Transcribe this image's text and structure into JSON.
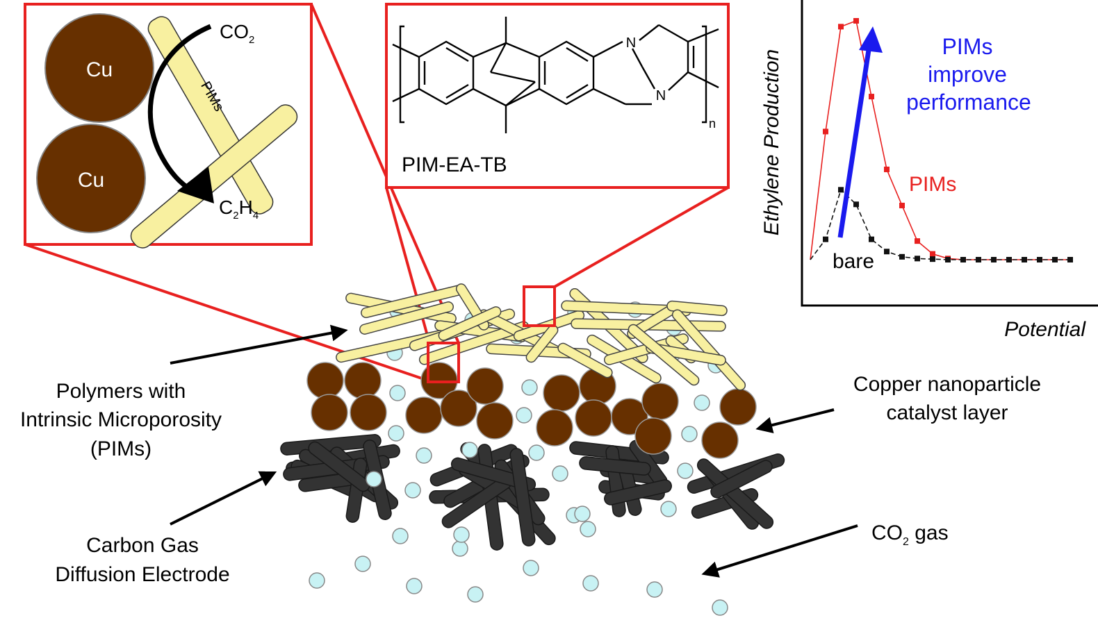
{
  "inset_left": {
    "particle_labels": [
      "Cu",
      "Cu"
    ],
    "polymer_label": "PIMs",
    "reactant": {
      "main": "CO",
      "sub": "2"
    },
    "product": {
      "c": "C",
      "s1": "2",
      "h": "H",
      "s2": "4"
    }
  },
  "structure": {
    "name": "PIM-EA-TB",
    "atom_n1": "N",
    "atom_n2": "N",
    "repeat": "n"
  },
  "chart": {
    "ylabel": "Ethylene Production",
    "xlabel": "Potential",
    "annotation_lines": [
      "PIMs",
      "improve",
      "performance"
    ],
    "label_pims": "PIMs",
    "label_bare": "bare",
    "colors": {
      "pims": "#e8201f",
      "bare": "#111111",
      "arrow": "#1a1aee"
    }
  },
  "chart_data": {
    "type": "line",
    "xlabel": "Potential",
    "ylabel": "Ethylene Production",
    "x": [
      1,
      2,
      3,
      4,
      5,
      6,
      7,
      8,
      9,
      10,
      11,
      12,
      13,
      14,
      15,
      16,
      17,
      18
    ],
    "series": [
      {
        "name": "PIMs",
        "values": [
          0,
          2.2,
          4.0,
          4.1,
          2.8,
          1.55,
          0.93,
          0.32,
          0.1,
          0.02,
          0,
          0,
          0,
          0,
          0,
          0,
          0,
          0
        ]
      },
      {
        "name": "bare",
        "values": [
          0,
          0.35,
          1.2,
          0.95,
          0.35,
          0.14,
          0.05,
          0.02,
          0.01,
          0,
          0,
          0,
          0,
          0,
          0,
          0,
          0,
          0
        ]
      }
    ]
  },
  "labels": {
    "pims_lines": [
      "Polymers with",
      "Intrinsic Microporosity",
      "(PIMs)"
    ],
    "copper_lines": [
      "Copper nanoparticle",
      "catalyst layer"
    ],
    "carbon_lines": [
      "Carbon Gas",
      "Diffusion Electrode"
    ],
    "co2gas": {
      "main": "CO",
      "sub": "2",
      "tail": " gas"
    }
  }
}
